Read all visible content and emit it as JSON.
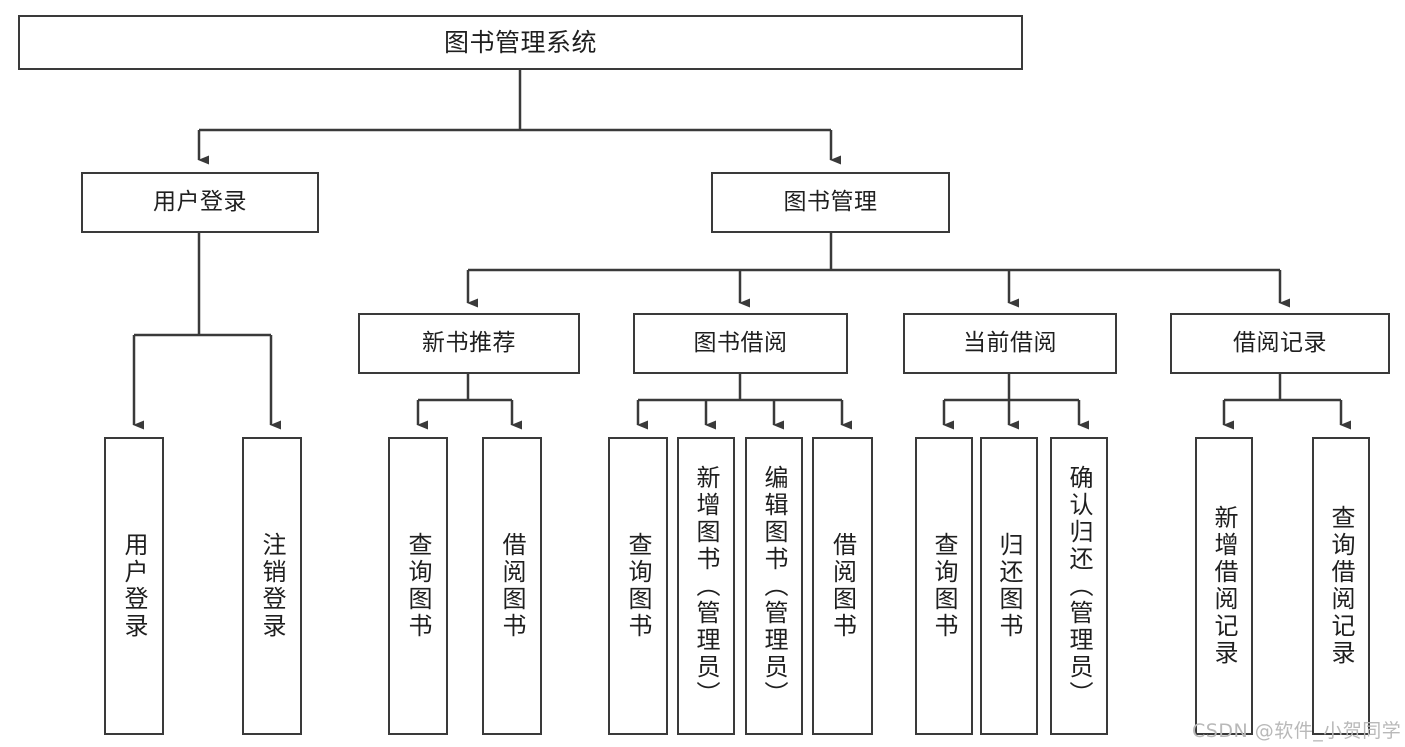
{
  "diagram": {
    "title": "图书管理系统",
    "type": "功能结构图",
    "stroke_color": "#3a3a3a",
    "fill_color": "#ffffff",
    "text_color": "#1f1f1f",
    "watermark": "CSDN @软件_小贺同学",
    "nodes": {
      "root": {
        "label": "图书管理系统"
      },
      "l1": [
        {
          "label": "用户登录"
        },
        {
          "label": "图书管理"
        }
      ],
      "l2": [
        {
          "label": "新书推荐"
        },
        {
          "label": "图书借阅"
        },
        {
          "label": "当前借阅"
        },
        {
          "label": "借阅记录"
        }
      ],
      "leaves_user_login": [
        {
          "label": "用户登录"
        },
        {
          "label": "注销登录"
        }
      ],
      "leaves_new_books": [
        {
          "label": "查询图书"
        },
        {
          "label": "借阅图书"
        }
      ],
      "leaves_borrow": [
        {
          "label": "查询图书"
        },
        {
          "label": "新增图书（管理员）"
        },
        {
          "label": "编辑图书（管理员）"
        },
        {
          "label": "借阅图书"
        }
      ],
      "leaves_current": [
        {
          "label": "查询图书"
        },
        {
          "label": "归还图书"
        },
        {
          "label": "确认归还（管理员）"
        }
      ],
      "leaves_records": [
        {
          "label": "新增借阅记录"
        },
        {
          "label": "查询借阅记录"
        }
      ]
    }
  }
}
